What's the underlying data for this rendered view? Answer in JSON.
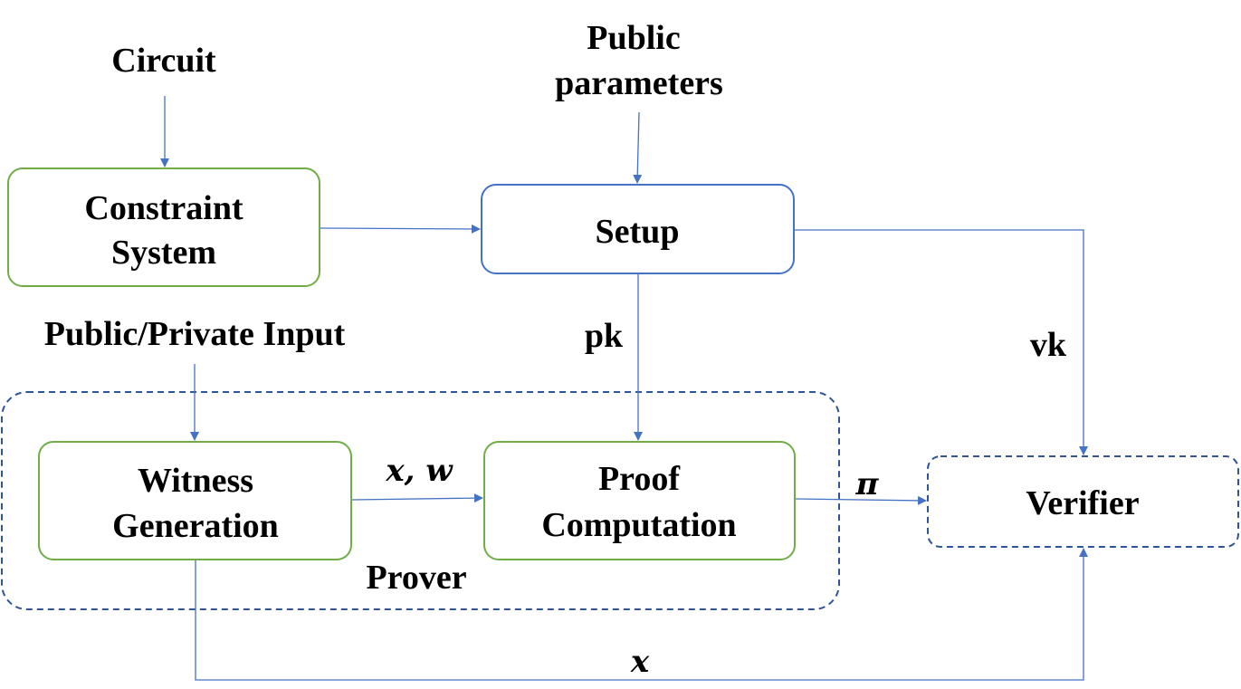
{
  "labels": {
    "circuit": "Circuit",
    "public_parameters_line1": "Public",
    "public_parameters_line2": "parameters",
    "public_private_input": "Public/Private Input",
    "pk": "pk",
    "vk": "vk",
    "x_w": "x, w",
    "pi": "π",
    "x": "x",
    "prover": "Prover"
  },
  "nodes": {
    "constraint_system": {
      "line1": "Constraint",
      "line2": "System"
    },
    "setup": {
      "label": "Setup"
    },
    "witness_generation": {
      "line1": "Witness",
      "line2": "Generation"
    },
    "proof_computation": {
      "line1": "Proof",
      "line2": "Computation"
    },
    "verifier": {
      "label": "Verifier"
    }
  },
  "colors": {
    "green_box": "#70ad47",
    "blue_box": "#4472c4",
    "arrow": "#4472c4",
    "dashed_border": "#2f5597"
  }
}
